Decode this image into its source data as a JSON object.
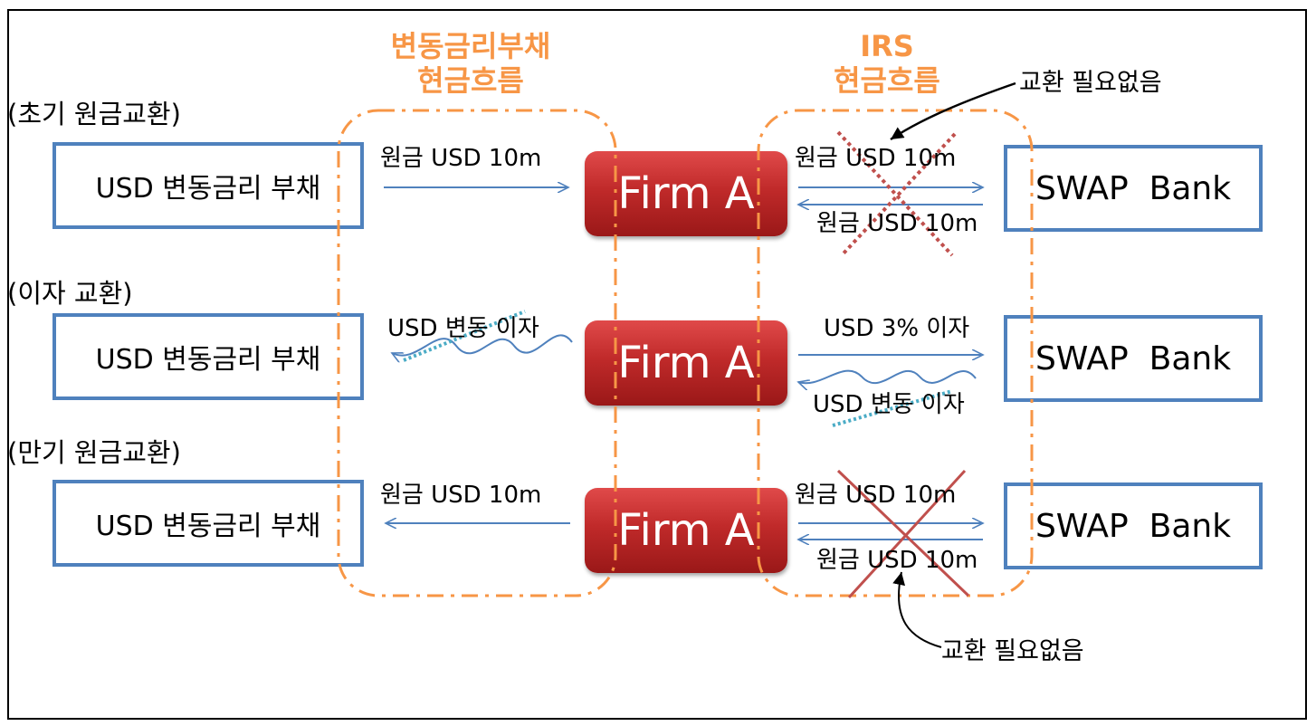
{
  "headers": {
    "liability": [
      "변동금리부채",
      "현금흐름"
    ],
    "irs": [
      "IRS",
      "현금흐름"
    ]
  },
  "rows": [
    {
      "title": "(초기 원금교환)",
      "liability": "USD 변동금리 부채",
      "firm": "Firm A",
      "bank": "SWAP  Bank",
      "left_flow": "원금 USD 10m",
      "irs_top": "원금 USD 10m",
      "irs_bottom": "원금 USD 10m"
    },
    {
      "title": "(이자 교환)",
      "liability": "USD 변동금리 부채",
      "firm": "Firm A",
      "bank": "SWAP  Bank",
      "left_flow": "USD 변동 이자",
      "irs_top": "USD 3% 이자",
      "irs_bottom": "USD 변동 이자"
    },
    {
      "title": "(만기 원금교환)",
      "liability": "USD 변동금리 부채",
      "firm": "Firm A",
      "bank": "SWAP  Bank",
      "left_flow": "원금 USD 10m",
      "irs_top": "원금 USD 10m",
      "irs_bottom": "원금 USD 10m"
    }
  ],
  "notes": {
    "top": "교환 필요없음",
    "bottom": "교환 필요없음"
  },
  "colors": {
    "box_border": "#4f81bd",
    "arrow": "#4f81bd",
    "dashed_group": "#f79646",
    "cross": "#c0504d",
    "dotted_line": "#4bacc6"
  }
}
